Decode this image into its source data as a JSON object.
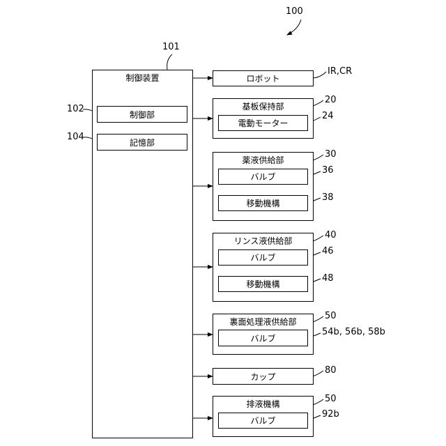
{
  "figure_ref": "100",
  "controller": {
    "ref": "101",
    "title": "制御装置",
    "units": [
      {
        "ref": "102",
        "label": "制御部"
      },
      {
        "ref": "104",
        "label": "記憶部"
      }
    ]
  },
  "components": [
    {
      "ref": "IR,CR",
      "label": "ロボット",
      "children": []
    },
    {
      "ref": "20",
      "label": "基板保持部",
      "children": [
        {
          "ref": "24",
          "label": "電動モーター"
        }
      ]
    },
    {
      "ref": "30",
      "label": "薬液供給部",
      "children": [
        {
          "ref": "36",
          "label": "バルブ"
        },
        {
          "ref": "38",
          "label": "移動機構"
        }
      ]
    },
    {
      "ref": "40",
      "label": "リンス液供給部",
      "children": [
        {
          "ref": "46",
          "label": "バルブ"
        },
        {
          "ref": "48",
          "label": "移動機構"
        }
      ]
    },
    {
      "ref": "50",
      "label": "裏面処理液供給部",
      "children": [
        {
          "ref": "54b, 56b, 58b",
          "label": "バルブ"
        }
      ]
    },
    {
      "ref": "80",
      "label": "カップ",
      "children": []
    },
    {
      "ref": "50",
      "label": "排液機構",
      "children": [
        {
          "ref": "92b",
          "label": "バルブ"
        }
      ]
    }
  ]
}
